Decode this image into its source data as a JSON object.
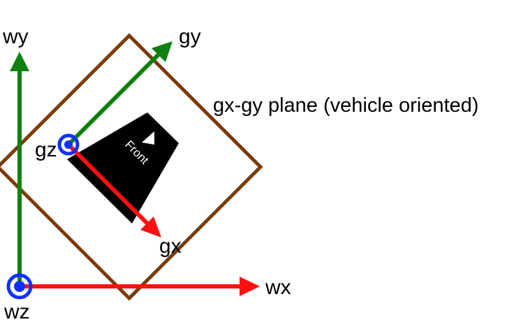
{
  "labels": {
    "world_y": "wy",
    "world_x": "wx",
    "world_z": "wz",
    "vehicle_y": "gy",
    "vehicle_x": "gx",
    "vehicle_z": "gz",
    "plane": "gx-gy plane (vehicle oriented)",
    "front": "Front"
  },
  "colors": {
    "y_axis": "#108010",
    "x_axis": "#ff1010",
    "z_axis": "#1030ff",
    "plane_outline": "#7a3a0a",
    "vehicle_body": "#000000",
    "front_marker": "#ffffff"
  }
}
